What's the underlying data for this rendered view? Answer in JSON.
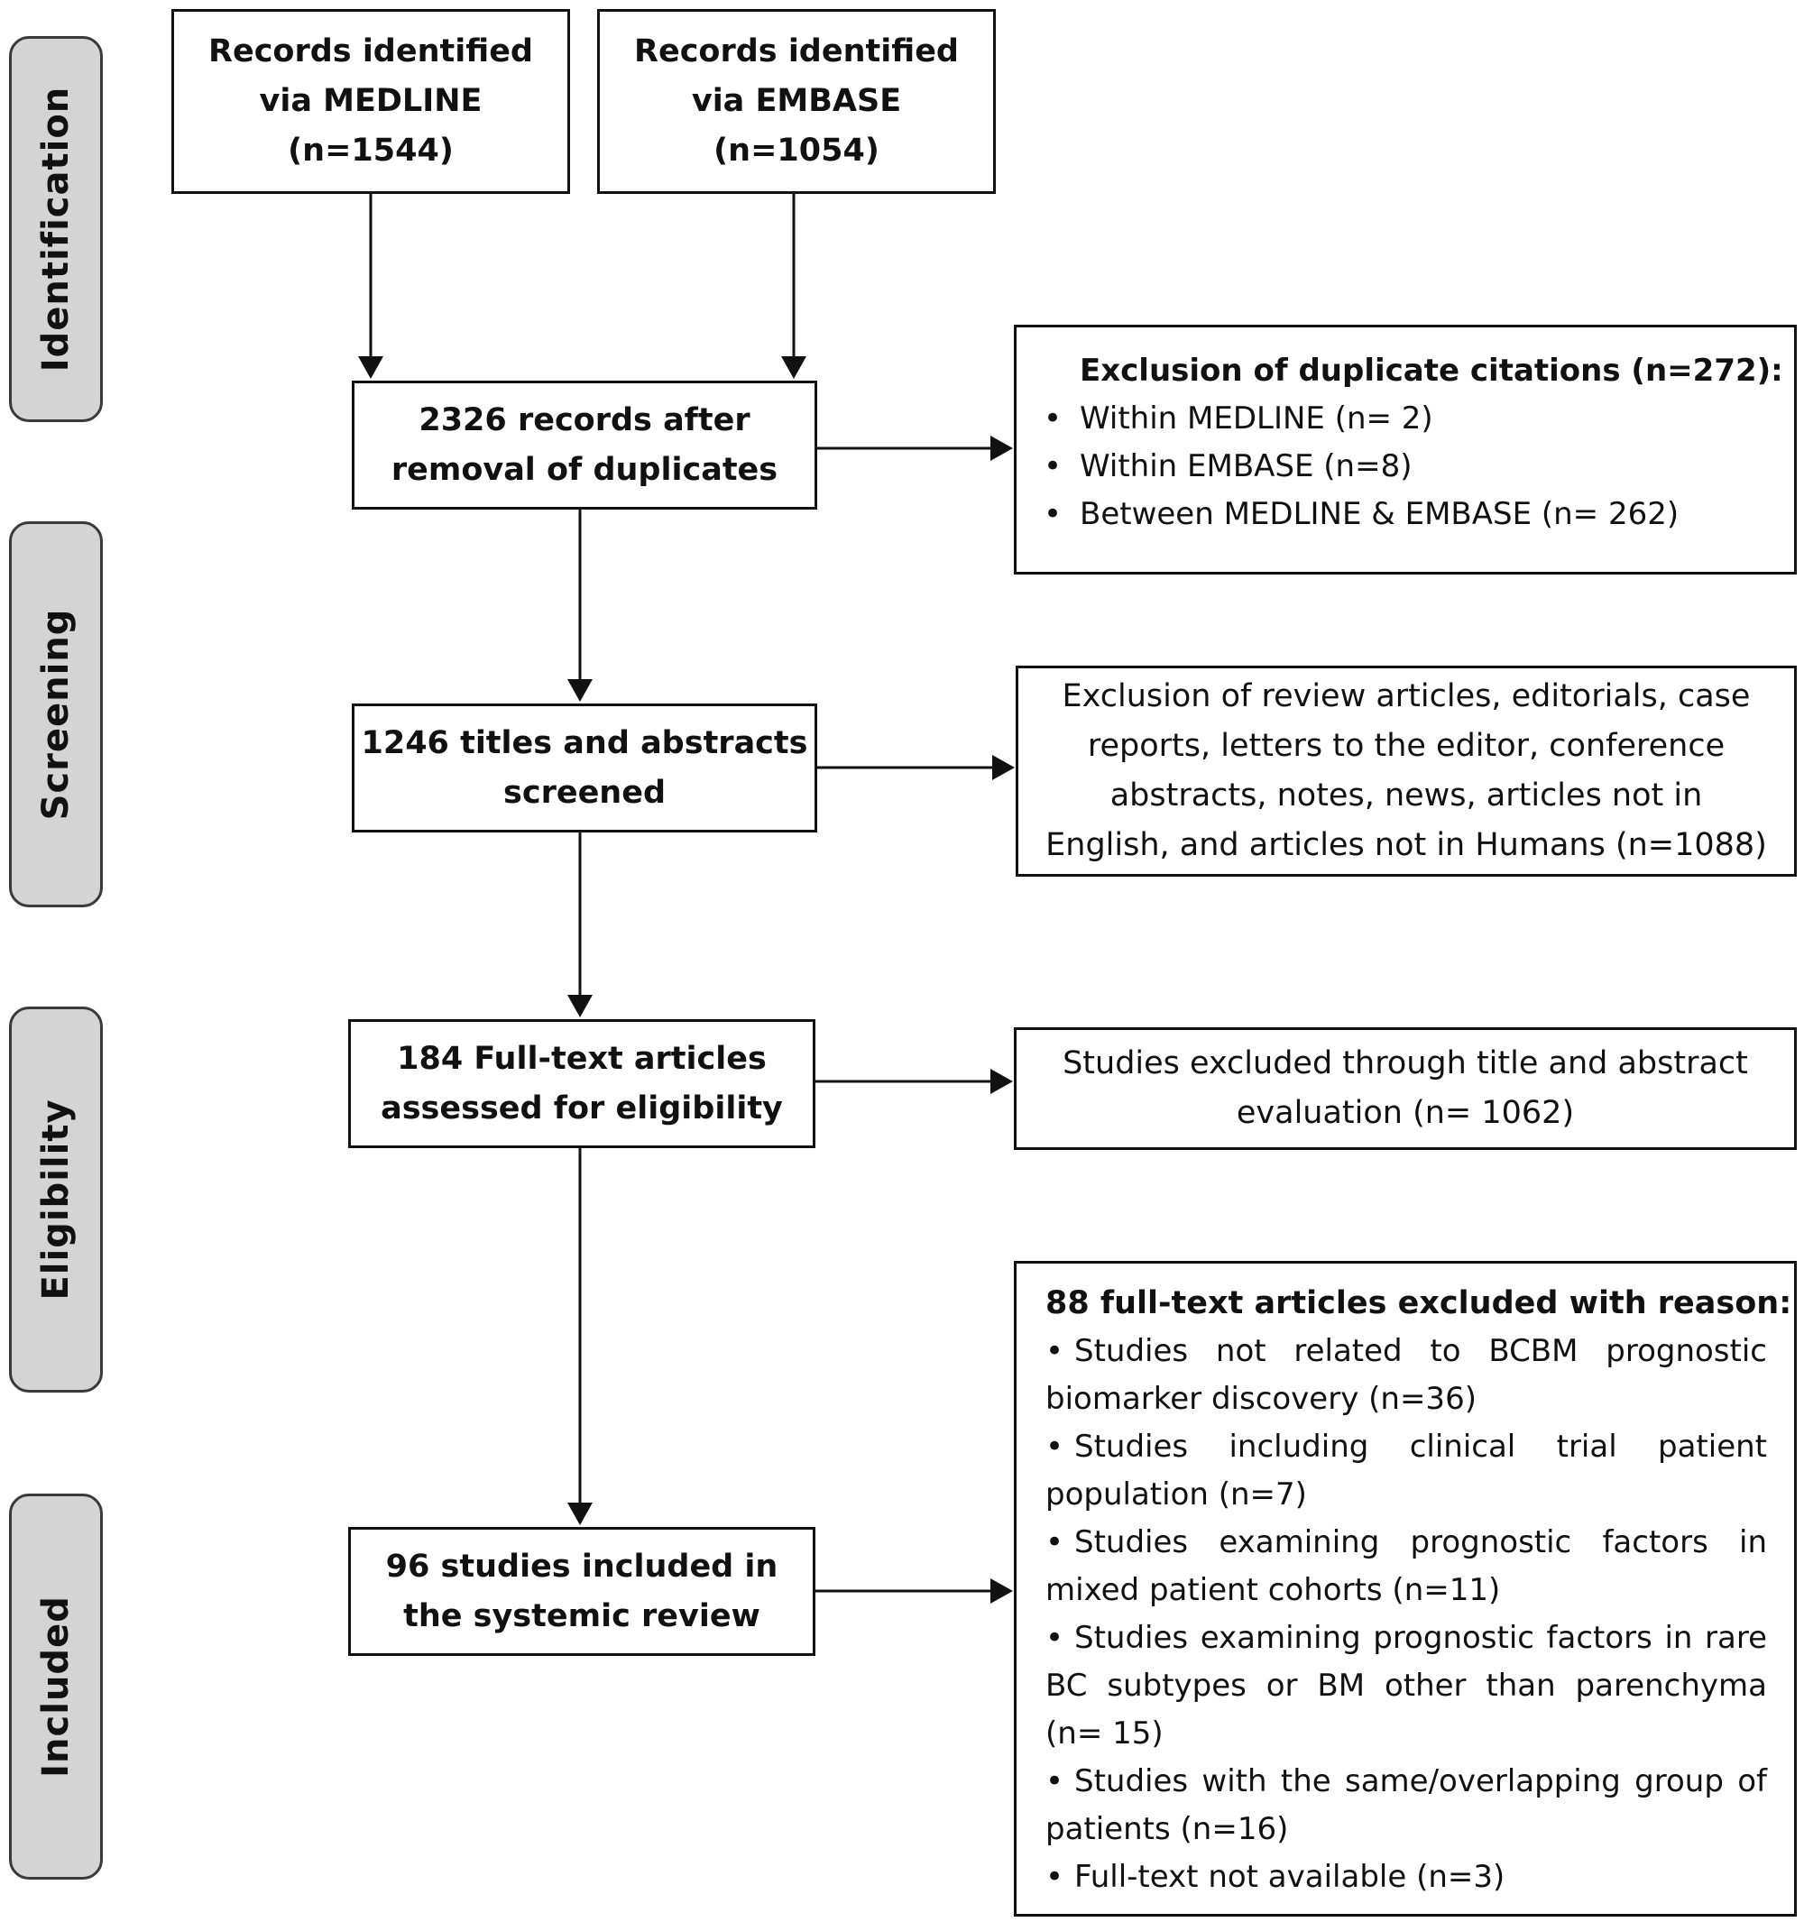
{
  "stages": [
    "Identification",
    "Screening",
    "Eligibility",
    "Included"
  ],
  "sources": {
    "medline": [
      "Records identified",
      "via MEDLINE",
      "(n=1544)"
    ],
    "embase": [
      "Records identified",
      "via EMBASE",
      "(n=1054)"
    ]
  },
  "main_steps": {
    "after_duplicates": [
      "2326 records after",
      "removal of duplicates"
    ],
    "screened": [
      "1246 titles and abstracts",
      "screened"
    ],
    "full_text": [
      "184 Full-text articles",
      "assessed for eligibility"
    ],
    "included": [
      "96 studies included in",
      "the systemic review"
    ]
  },
  "exclusions": {
    "duplicates": {
      "heading": "Exclusion  of duplicate citations (n=272):",
      "items": [
        "Within MEDLINE (n= 2)",
        "Within EMBASE (n=8)",
        "Between  MEDLINE & EMBASE (n= 262)"
      ]
    },
    "screening": [
      "Exclusion of review articles, editorials, case",
      "reports, letters to the editor, conference",
      "abstracts, notes, news, articles not in",
      "English, and articles not in Humans (n=1088)"
    ],
    "title_abstract": [
      "Studies excluded through title and abstract",
      "evaluation (n= 1062)"
    ],
    "full_text": {
      "heading": "88 full-text articles excluded with reason:",
      "items": [
        "Studies not related to BCBM prognostic biomarker discovery (n=36)",
        "Studies including clinical trial patient population (n=7)",
        "Studies examining prognostic factors in mixed patient cohorts (n=11)",
        "Studies examining prognostic factors in rare BC subtypes or BM other than parenchyma (n= 15)",
        "Studies with the same/overlapping group of patients (n=16)",
        "Full-text not available (n=3)"
      ]
    }
  }
}
